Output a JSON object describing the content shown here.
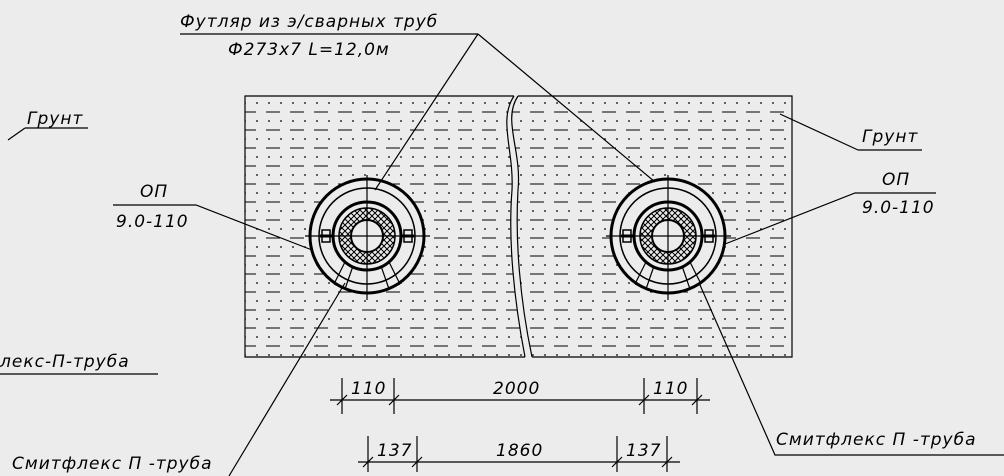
{
  "labels": {
    "casing_line1": "Футляр из э/сварных труб",
    "casing_line2": "Ф273х7 L=12,0м",
    "ground_left": "Грунт",
    "ground_right": "Грунт",
    "support_left_top": "ОП",
    "support_left_bottom": "9.0-110",
    "support_right_top": "ОП",
    "support_right_bottom": "9.0-110",
    "pipe_left_partial": "лекс-П-труба",
    "pipe_bottom_left": "Смитфлекс П -труба",
    "pipe_bottom_right": "Смитфлекс П -труба"
  },
  "dimensions": {
    "row1": {
      "left": "110",
      "middle": "2000",
      "right": "110"
    },
    "row2": {
      "left": "137",
      "middle": "1860",
      "right": "137"
    }
  },
  "colors": {
    "background": "#ececec",
    "ink": "#000000"
  }
}
